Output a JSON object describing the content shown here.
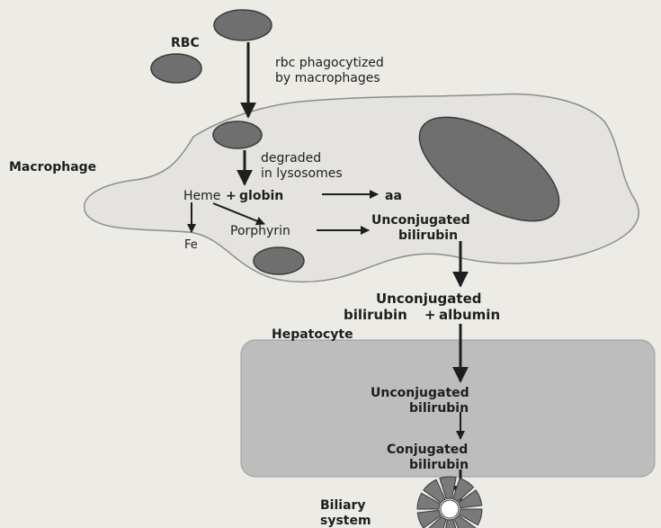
{
  "labels": {
    "rbc_title": "RBC",
    "phago_line1": "rbc phagocytized",
    "phago_line2": "by macrophages",
    "macrophage": "Macrophage",
    "degraded_line1": "degraded",
    "degraded_line2": "in lysosomes",
    "heme": "Heme",
    "plus1": "+",
    "globin": "globin",
    "aa": "aa",
    "fe": "Fe",
    "porphyrin": "Porphyrin",
    "unconj_mac_line1": "Unconjugated",
    "unconj_mac_line2": "bilirubin",
    "blood_line1": "Unconjugated",
    "blood_line2": "bilirubin",
    "plus2": "+",
    "albumin": "albumin",
    "hepatocyte": "Hepatocyte",
    "unconj_hep_line1": "Unconjugated",
    "unconj_hep_line2": "bilirubin",
    "conj_line1": "Conjugated",
    "conj_line2": "bilirubin",
    "biliary_line1": "Biliary",
    "biliary_line2": "system"
  },
  "colors": {
    "background": "#ecebe6",
    "cell_fill": "#e4e3df",
    "cell_stroke": "#8c8c8c",
    "hepatocyte_fill": "#bdbdbd",
    "rbc_fill": "#6f6f6f",
    "rbc_stroke": "#3a3a3a",
    "text": "#1e1e1e",
    "arrow": "#1e1e1e",
    "biliary_fill": "#7a7a7a"
  }
}
